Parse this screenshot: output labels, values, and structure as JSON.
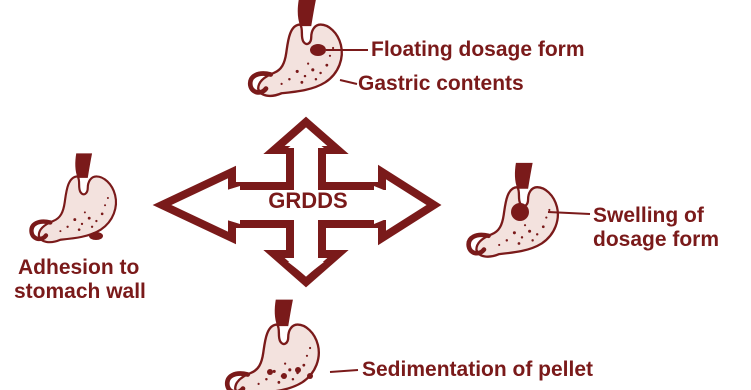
{
  "center": {
    "label": "GRDDS"
  },
  "mechanisms": {
    "top": {
      "label_1": "Floating dosage form",
      "label_2": "Gastric contents"
    },
    "left": {
      "line_1": "Adhesion to",
      "line_2": "stomach wall"
    },
    "right": {
      "line_1": "Swelling of",
      "line_2": "dosage form"
    },
    "bottom": {
      "label": "Sedimentation of pellet"
    }
  },
  "icons": [
    "stomach-icon",
    "four-way-arrow-icon"
  ],
  "colors": {
    "ink": "#7a1a1a",
    "fill": "#f3e2de",
    "background": "#ffffff"
  }
}
